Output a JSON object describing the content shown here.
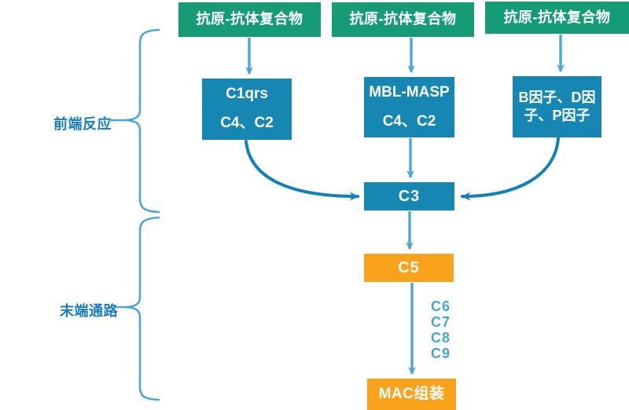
{
  "diagram_type": "flowchart",
  "subject": "complement activation pathways",
  "colors": {
    "green_box": "#159c77",
    "blue_box": "#1687b2",
    "orange_box": "#f9a21b",
    "light_arrow": "#4ba7d1",
    "dark_arrow": "#1181bb",
    "section_label_text": "#177dc1",
    "brace": "#4fa5d6",
    "box_text": "#ffffff"
  },
  "section_labels": {
    "front": "前端反应",
    "terminal": "末端通路"
  },
  "nodes": {
    "antigen_left": {
      "label": "抗原-抗体复合物"
    },
    "antigen_middle": {
      "label": "抗原-抗体复合物"
    },
    "antigen_right": {
      "label": "抗原-抗体复合物"
    },
    "classical_pathway": {
      "lines": [
        "C1qrs",
        "C4、C2"
      ]
    },
    "lectin_pathway": {
      "lines": [
        "MBL-MASP",
        "C4、C2"
      ]
    },
    "alternative_pathway": {
      "lines": [
        "B因子、D因",
        "子、P因子"
      ],
      "full_text": "B因子、D因子、P因子"
    },
    "c3": {
      "label": "C3"
    },
    "c5": {
      "label": "C5"
    },
    "mac": {
      "label": "MAC组装"
    }
  },
  "terminal_factors": [
    "C6",
    "C7",
    "C8",
    "C9"
  ],
  "edges": [
    "antigen_left -> classical_pathway",
    "antigen_middle -> lectin_pathway",
    "antigen_right -> alternative_pathway",
    "classical_pathway -> c3",
    "lectin_pathway -> c3",
    "alternative_pathway -> c3",
    "c3 -> c5",
    "c5 -> mac (via C6 C7 C8 C9)"
  ]
}
